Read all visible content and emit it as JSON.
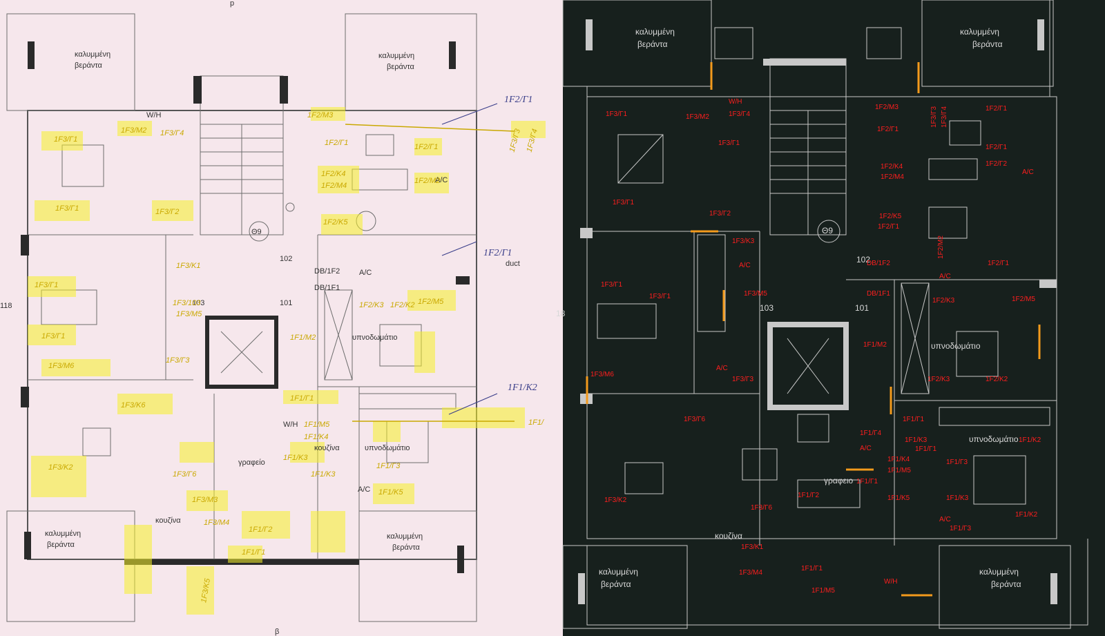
{
  "left": {
    "room_labels": {
      "veranda_tl": [
        "καλυμμένη",
        "βεράντα"
      ],
      "veranda_tr": [
        "καλυμμένη",
        "βεράντα"
      ],
      "veranda_bl": [
        "καλυμμένη",
        "βεράντα"
      ],
      "veranda_br": [
        "καλυμμένη",
        "βεράντα"
      ],
      "bedroom_a": "υπνοδωμάτιο",
      "bedroom_b": "υπνοδωμάτιο",
      "kitchen_a": "κουζίνα",
      "kitchen_b": "κουζίνα",
      "office": "γραφείο",
      "wh": "W/H",
      "wh2": "W/H",
      "unit_101": "101",
      "unit_102": "102",
      "unit_103": "103",
      "theta": "Θ9",
      "num_118": "118",
      "ac_a": "A/C",
      "ac_b": "A/C",
      "ac_c": "A/C",
      "top_letter": "p",
      "bottom_letter": "β"
    },
    "handwritten": {
      "hw1": "1F2/Γ1",
      "hw2": "1F2/Γ1",
      "hw3": "duct",
      "hw4": "1F1/K2",
      "hw5": "1F1/",
      "hw6": "1F3/Γ3",
      "hw7": "1F3/Γ4"
    },
    "annotations": [
      "1F3/M2",
      "1F3/Γ4",
      "1F3/Γ1",
      "1F3/Γ1",
      "1F3/Γ2",
      "1F3/K1",
      "1F3/103",
      "1F3/M5",
      "1F3/Γ1",
      "1F3/Γ1",
      "1F3/Γ3",
      "1F3/M6",
      "1F3/K6",
      "1F3/K2",
      "1F3/M3",
      "1F3/M4",
      "1F3/K5",
      "1F3/Γ6",
      "1F2/M3",
      "1F2/Γ1",
      "1F2/K4",
      "1F2/M4",
      "1F2/K5",
      "1F2/M2",
      "1F2/Γ1",
      "1F2/K3",
      "1F2/K2",
      "1F2/M5",
      "1F1/M2",
      "1F1/Γ1",
      "1F1/K4",
      "1F1/K3",
      "1F1/M5",
      "1F1/K3",
      "1F1/Γ3",
      "1F1/K5",
      "1F1/Γ2",
      "1F1/Γ1",
      "DB/1F2",
      "DB/1F1"
    ]
  },
  "right": {
    "room_labels": {
      "veranda_tl": [
        "καλυμμένη",
        "βεράντα"
      ],
      "veranda_tr": [
        "καλυμμένη",
        "βεράντα"
      ],
      "veranda_bl": [
        "καλυμμένη",
        "βεράντα"
      ],
      "veranda_br": [
        "καλυμμένη",
        "βεράντα"
      ],
      "bedroom_a": "υπνοδωμάτιο",
      "bedroom_b": "υπνοδωμάτιο",
      "kitchen": "κουζίνα",
      "office": "γραφειο",
      "unit_101": "101",
      "unit_102": "102",
      "unit_103": "103",
      "theta": "Θ9",
      "num_118": "18"
    },
    "annotations": [
      "1F3/Γ1",
      "1F3/M2",
      "1F3/Γ4",
      "1F3/Γ1",
      "1F3/Γ2",
      "1F3/K3",
      "1F3/Γ1",
      "1F3/Γ1",
      "1F3/M5",
      "1F3/Γ1",
      "1F3/M6",
      "1F3/Γ3",
      "1F3/Γ6",
      "1F3/K2",
      "1F3/Γ6",
      "1F3/K1",
      "1F3/M4",
      "1F2/M3",
      "1F2/Γ1",
      "1F3/Γ3",
      "1F3/Γ4",
      "1F2/K4",
      "1F2/M4",
      "1F2/K5",
      "1F2/Γ1",
      "1F2/Γ1",
      "1F2/Γ1",
      "1F2/Γ2",
      "1F2/Γ1",
      "1F2/M2",
      "1F2/K3",
      "1F2/M5",
      "1F2/K2",
      "1F2/K3",
      "DB/1F2",
      "DB/1F1",
      "1F1/M2",
      "1F1/Γ1",
      "1F1/Γ4",
      "1F1/K3",
      "1F1/Γ1",
      "1F1/K2",
      "1F1/K4",
      "1F1/M5",
      "1F1/K5",
      "1F1/Γ3",
      "1F1/K3",
      "1F1/K2",
      "1F1/Γ3",
      "1F1/Γ1",
      "1F1/Γ2",
      "1F1/Γ1",
      "1F1/M5",
      "W/H",
      "W/H",
      "A/C",
      "A/C",
      "A/C",
      "A/C",
      "A/C",
      "A/C"
    ]
  },
  "colors": {
    "left_background": "#f6e7ec",
    "right_background": "#17201d",
    "highlight_yellow": "#f5f02a",
    "annotation_red": "#ff1e1e",
    "door_orange": "#f39a1c"
  }
}
